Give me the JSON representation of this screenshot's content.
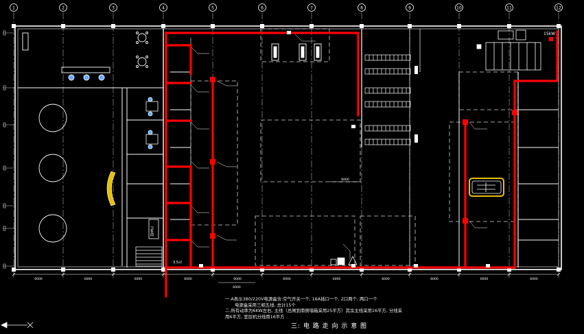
{
  "axes": [
    "1",
    "2",
    "3",
    "4",
    "5",
    "6",
    "7",
    "8",
    "9",
    "10",
    "11",
    "12"
  ],
  "dimensions": {
    "bottom": [
      "6000",
      "6000",
      "6000",
      "6000",
      "6000",
      "6000",
      "6000",
      "6000",
      "6000",
      "6000",
      "6000"
    ],
    "interior": [
      "6000",
      "6000"
    ]
  },
  "labels": {
    "power_rating": "15kW",
    "small_tag": "3.5㎡",
    "room_tag": "卫生间"
  },
  "notes": {
    "line1": "一.A表示380/220V电源盒含:空气开关一个, 16A插口一个, 2口两个, 两口一个",
    "line2": "电源盒采用三相五线, 总计15个",
    "line3": "二.所有动率为6KW左右, 主线（总闸到南侧墙箱采用25平方）其余主线采用16平方, 分线采",
    "line4": "用6平方, 室层机分线用16平方"
  },
  "title": "三: 电 路 走 向 示 意 图",
  "colors": {
    "background": "#000000",
    "wall": "#ffffff",
    "grid": "#cfcfcf",
    "dashed": "#d8d8d8",
    "circuit": "#ff0000",
    "equipment": "#e8c000"
  }
}
